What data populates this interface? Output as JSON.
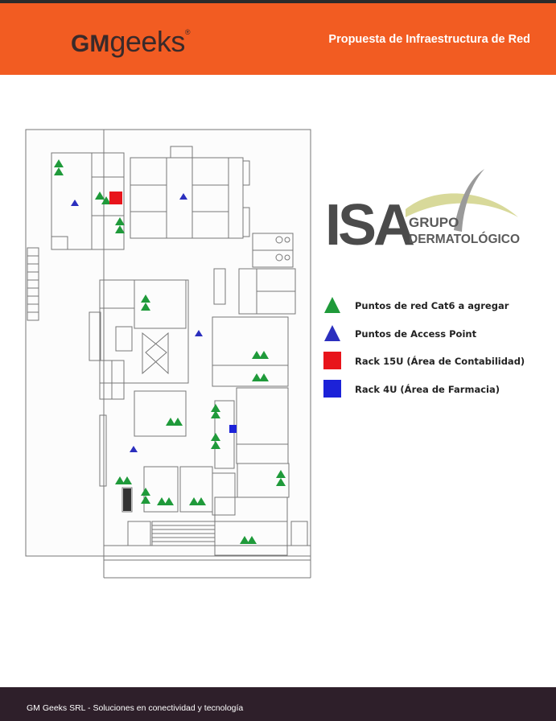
{
  "header": {
    "logo_gm": "GM",
    "logo_geeks": "geeks",
    "logo_reg": "®",
    "title": "Propuesta de Infraestructura de Red",
    "bg_color": "#f25c22"
  },
  "client_logo": {
    "isa": "ISA",
    "line1": "GRUPO",
    "line2": "DERMATOLÓGICO"
  },
  "legend": {
    "items": [
      {
        "label": "Puntos de red Cat6 a agregar",
        "marker": "triangle",
        "color": "#1f9a3a"
      },
      {
        "label": "Puntos de Access Point",
        "marker": "triangle",
        "color": "#2b2fbe"
      },
      {
        "label": "Rack 15U (Área de Contabilidad)",
        "marker": "square",
        "color": "#e8141b"
      },
      {
        "label": "Rack 4U (Área de Farmacia)",
        "marker": "square",
        "color": "#1c22d8"
      }
    ]
  },
  "footer": {
    "text": "GM Geeks SRL - Soluciones en conectividad y tecnología",
    "bg_color": "#2e1f2a"
  }
}
